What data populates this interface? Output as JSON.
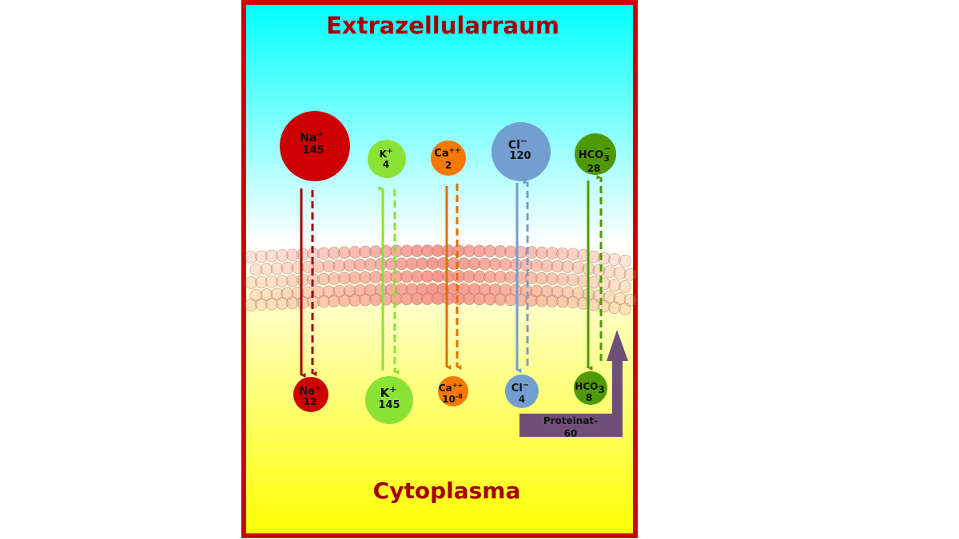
{
  "titles": {
    "extracellular": "Extrazellularraum",
    "cytoplasm": "Cytoplasma"
  },
  "colors": {
    "frame": "#cc0000",
    "title": "#a40000",
    "top_gradient": "#00ffff",
    "bottom_gradient": "#ffff00",
    "membrane": "#f4a7a0",
    "proteinate": "#6f4f77"
  },
  "ions": {
    "na": {
      "color": "#cc0000",
      "outer": {
        "symbol": "Na",
        "charge": "+",
        "value": "145"
      },
      "inner": {
        "symbol": "Na",
        "charge": "+",
        "value": "12"
      }
    },
    "k": {
      "color": "#8ae234",
      "outer": {
        "symbol": "K",
        "charge": "+",
        "value": "4"
      },
      "inner": {
        "symbol": "K",
        "charge": "+",
        "value": "145"
      }
    },
    "ca": {
      "color": "#f57900",
      "outer": {
        "symbol": "Ca",
        "charge": "++",
        "value": "2"
      },
      "inner": {
        "symbol": "Ca",
        "charge": "++",
        "value": "10",
        "exponent": "-8"
      }
    },
    "cl": {
      "color": "#729fcf",
      "outer": {
        "symbol": "Cl",
        "charge": "−",
        "value": "120"
      },
      "inner": {
        "symbol": "Cl",
        "charge": "−",
        "value": "4"
      }
    },
    "hco3": {
      "color": "#4e9a06",
      "outer": {
        "symbol": "HCO",
        "subscript": "3",
        "charge": "−",
        "value": "28"
      },
      "inner": {
        "symbol": "HCO",
        "subscript": "3",
        "value": "8"
      }
    }
  },
  "proteinate": {
    "label": "Proteinat-",
    "value": "60"
  }
}
